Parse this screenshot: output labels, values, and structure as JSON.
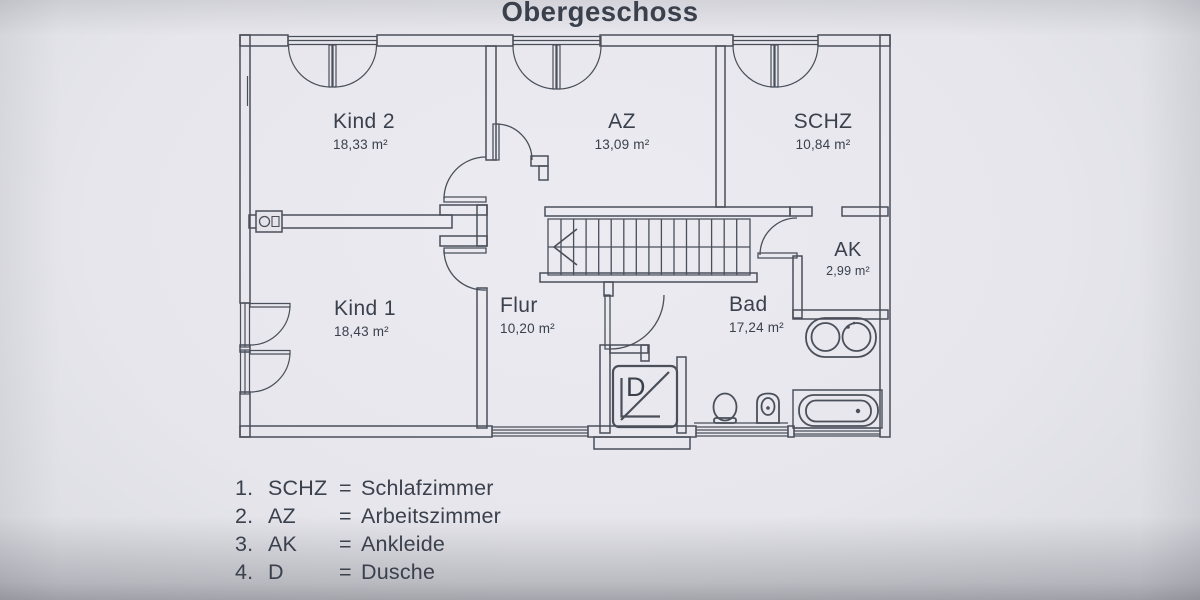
{
  "title": "Obergeschoss",
  "colors": {
    "text": "#3a404c",
    "line": "#4a4f5a",
    "paper": "#e4e4ea"
  },
  "rooms": [
    {
      "id": "kind2",
      "name": "Kind 2",
      "area": "18,33 m²"
    },
    {
      "id": "az",
      "name": "AZ",
      "area": "13,09 m²"
    },
    {
      "id": "schz",
      "name": "SCHZ",
      "area": "10,84 m²"
    },
    {
      "id": "kind1",
      "name": "Kind 1",
      "area": "18,43 m²"
    },
    {
      "id": "flur",
      "name": "Flur",
      "area": "10,20 m²"
    },
    {
      "id": "bad",
      "name": "Bad",
      "area": "17,24 m²"
    },
    {
      "id": "ak",
      "name": "AK",
      "area": "2,99 m²"
    }
  ],
  "shower_label": "D",
  "legend": [
    {
      "num": "1.",
      "abbr": "SCHZ",
      "eq": "=",
      "full": "Schlafzimmer"
    },
    {
      "num": "2.",
      "abbr": "AZ",
      "eq": "=",
      "full": "Arbeitszimmer"
    },
    {
      "num": "3.",
      "abbr": "AK",
      "eq": "=",
      "full": "Ankleide"
    },
    {
      "num": "4.",
      "abbr": "D",
      "eq": "=",
      "full": "Dusche"
    }
  ]
}
